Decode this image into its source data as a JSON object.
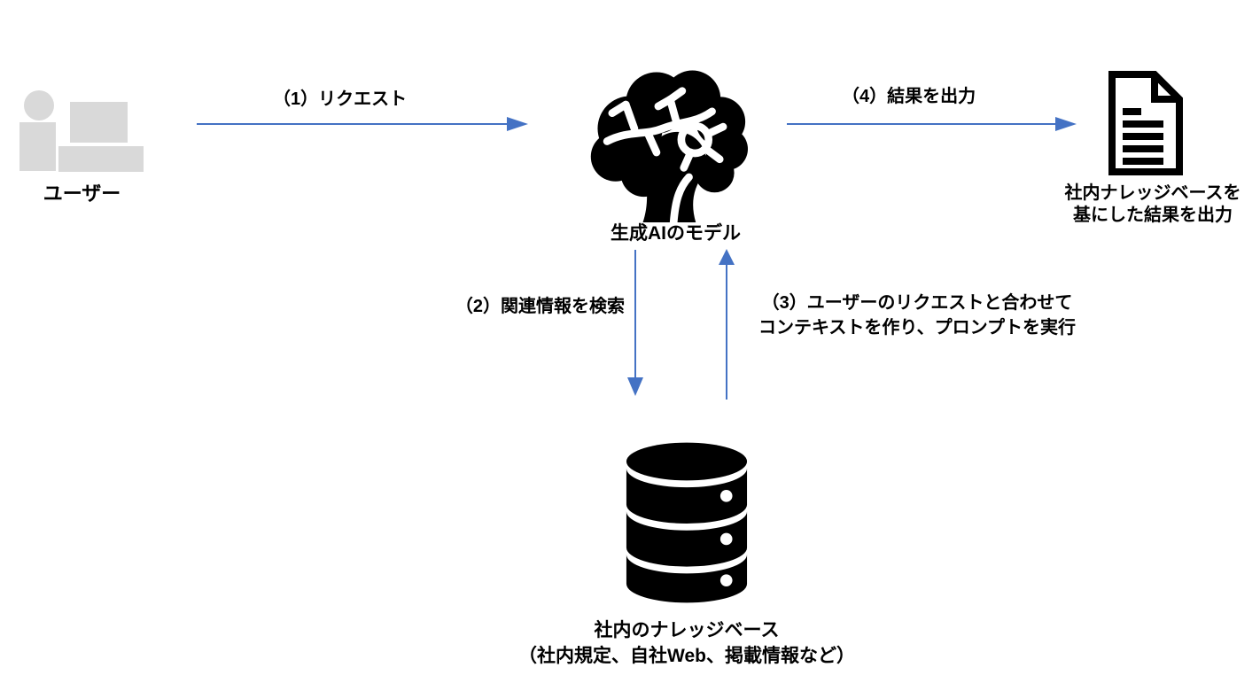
{
  "diagram": {
    "background_color": "#ffffff",
    "arrow_color": "#4472C4",
    "user_icon_color": "#d9d9d9",
    "icon_color": "#000000",
    "nodes": {
      "user": {
        "label": "ユーザー",
        "icon": "user-at-desk-icon"
      },
      "gen_ai_model": {
        "label": "生成AIのモデル",
        "icon": "brain-icon"
      },
      "output_document": {
        "label_line1": "社内ナレッジベースを",
        "label_line2": "基にした結果を出力",
        "icon": "document-icon"
      },
      "knowledge_base": {
        "label_line1": "社内のナレッジベース",
        "label_line2": "（社内規定、自社Web、掲載情報など）",
        "icon": "database-icon"
      }
    },
    "flows": {
      "step1": {
        "label": "（1）リクエスト",
        "from": "user",
        "to": "gen_ai_model",
        "direction": "right"
      },
      "step2": {
        "label": "（2）関連情報を検索",
        "from": "gen_ai_model",
        "to": "knowledge_base",
        "direction": "down"
      },
      "step3": {
        "label_line1": "（3）ユーザーのリクエストと合わせて",
        "label_line2": "コンテキストを作り、プロンプトを実行",
        "from": "knowledge_base",
        "to": "gen_ai_model",
        "direction": "up"
      },
      "step4": {
        "label": "（4）結果を出力",
        "from": "gen_ai_model",
        "to": "output_document",
        "direction": "right"
      }
    }
  }
}
